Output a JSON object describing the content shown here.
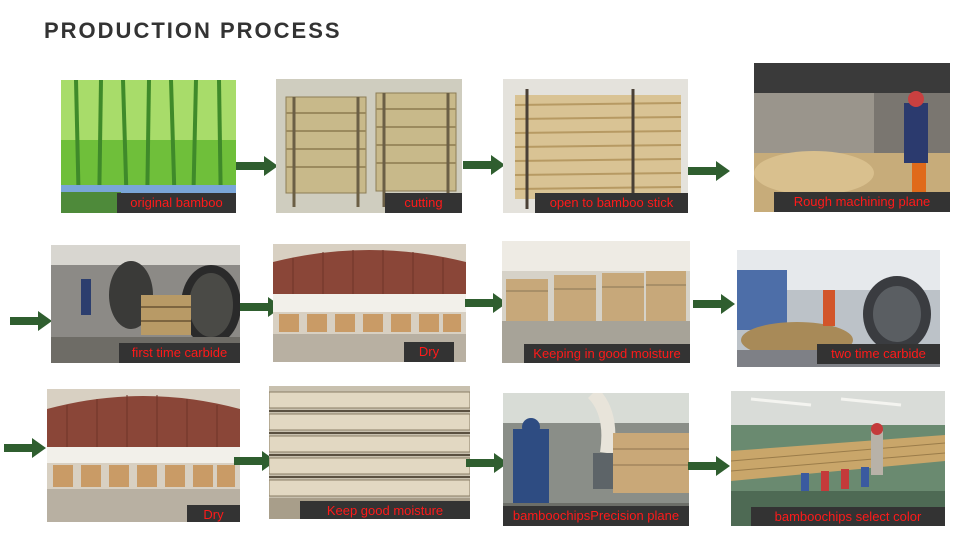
{
  "page": {
    "title": "PRODUCTION PROCESS"
  },
  "steps": [
    {
      "label": "original bamboo"
    },
    {
      "label": "cutting"
    },
    {
      "label": "open to bamboo stick"
    },
    {
      "label": "Rough machining plane"
    },
    {
      "label": "first time carbide"
    },
    {
      "label": "Dry"
    },
    {
      "label": "Keeping in good moisture"
    },
    {
      "label": "two time carbide"
    },
    {
      "label": "Dry"
    },
    {
      "label": "Keep good moisture"
    },
    {
      "label": "bamboochipsPrecision plane"
    },
    {
      "label": "bamboochips select color"
    }
  ],
  "colors": {
    "arrow": "#2f5e2f",
    "label_text": "#ff1a1a",
    "label_bg": "#333333",
    "title": "#333333"
  }
}
